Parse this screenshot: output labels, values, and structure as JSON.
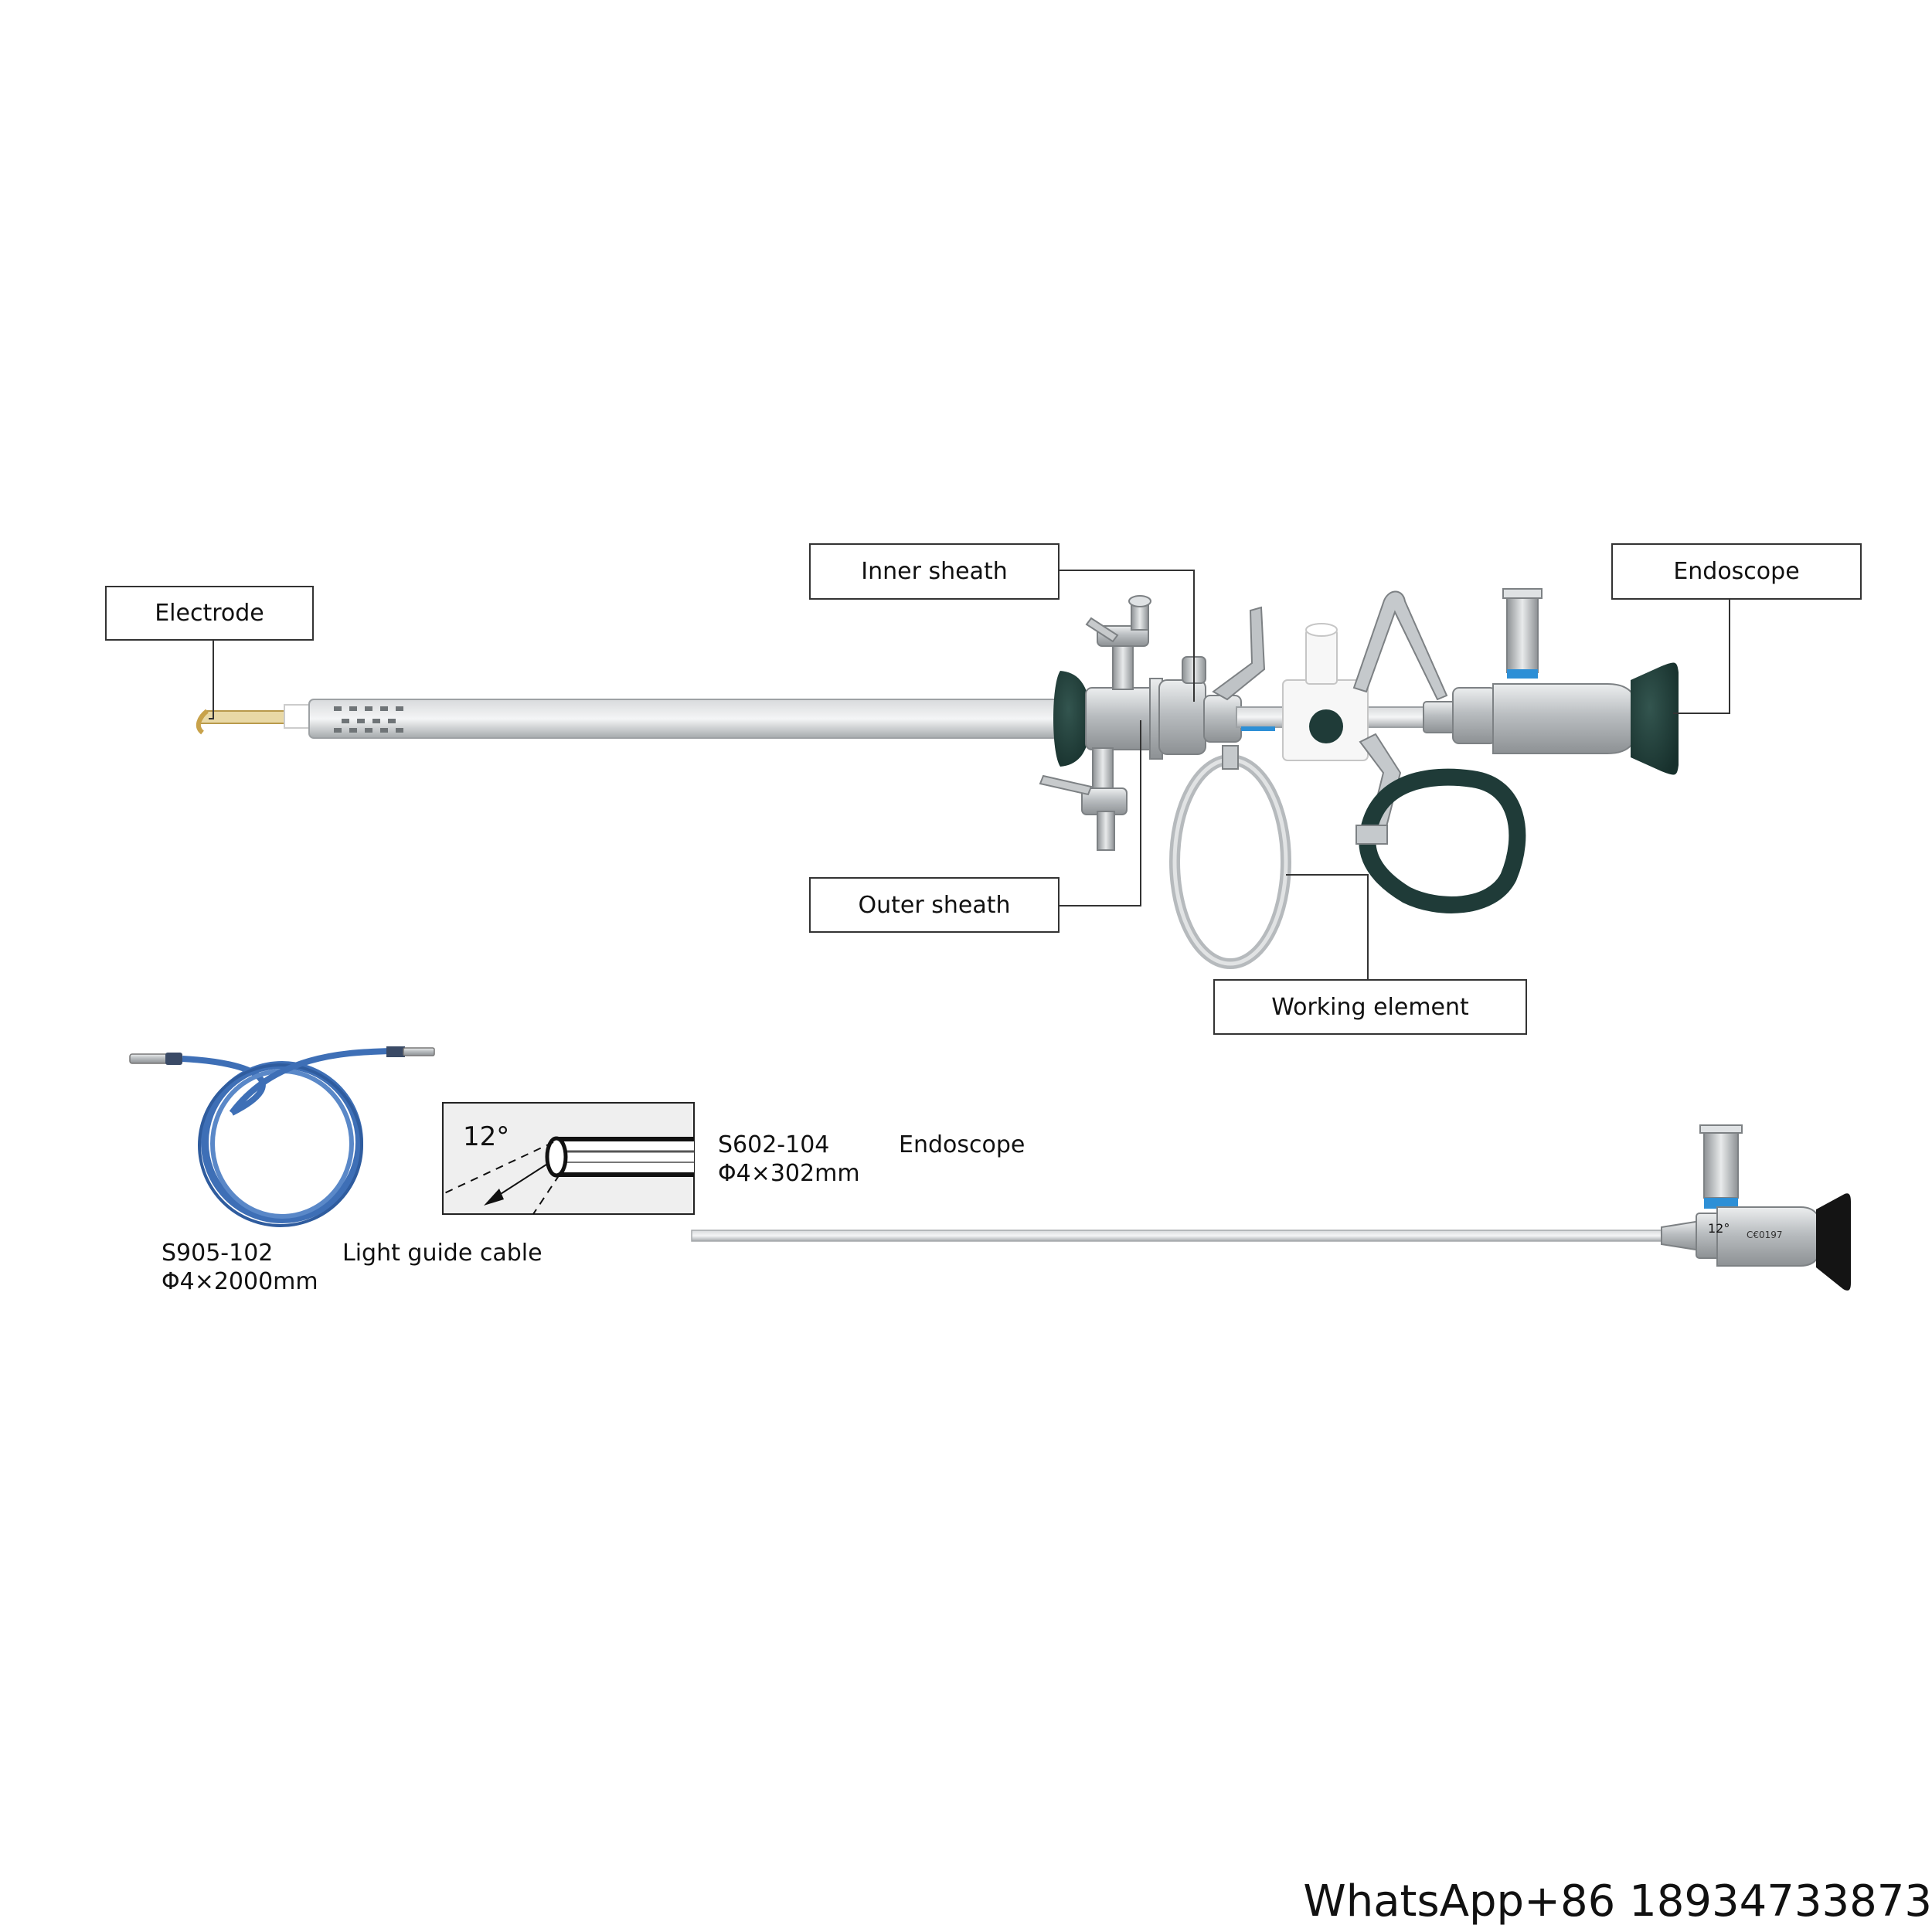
{
  "diagram": {
    "callouts": {
      "electrode": "Electrode",
      "inner_sheath": "Inner sheath",
      "endoscope": "Endoscope",
      "outer_sheath": "Outer sheath",
      "working_element": "Working element"
    },
    "endoscope_spec": {
      "angle": "12°",
      "code": "S602-104",
      "size": "Φ4×302mm",
      "name": "Endoscope",
      "body_marking": "12°",
      "ce_marking": "C€0197"
    },
    "light_cable_spec": {
      "code": "S905-102",
      "size": "Φ4×2000mm",
      "name": "Light guide cable"
    },
    "watermark": "WhatsApp+86 18934733873"
  },
  "colors": {
    "metal": "#c9ccce",
    "dark_green": "#1f3b38",
    "cable_blue": "#3e6fb6",
    "accent_blue": "#2d8fd6",
    "electrode_gold": "#c8a24a"
  }
}
